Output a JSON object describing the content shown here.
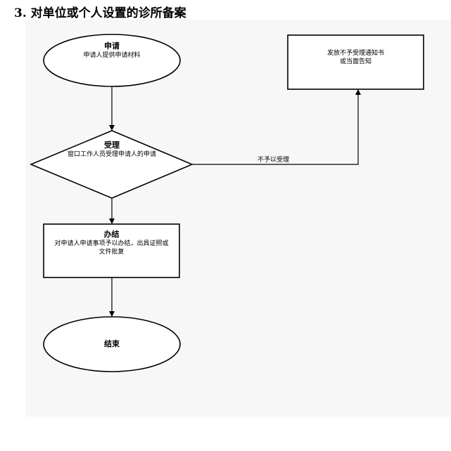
{
  "title": "3. 对单位或个人设置的诊所备案",
  "nodes": {
    "apply": {
      "title": "申请",
      "desc": "申请人提供申请材料"
    },
    "accept": {
      "title": "受理",
      "desc": "窗口工作人员受理申请人的申请"
    },
    "handle": {
      "title": "办结",
      "desc": "对申请人申请事项予以办结，出具证照或文件批复"
    },
    "end": {
      "title": "结束"
    },
    "reject": {
      "desc_line1": "发放不予受理通知书",
      "desc_line2": "或当面告知"
    }
  },
  "edges": {
    "reject_label": "不予以受理"
  }
}
